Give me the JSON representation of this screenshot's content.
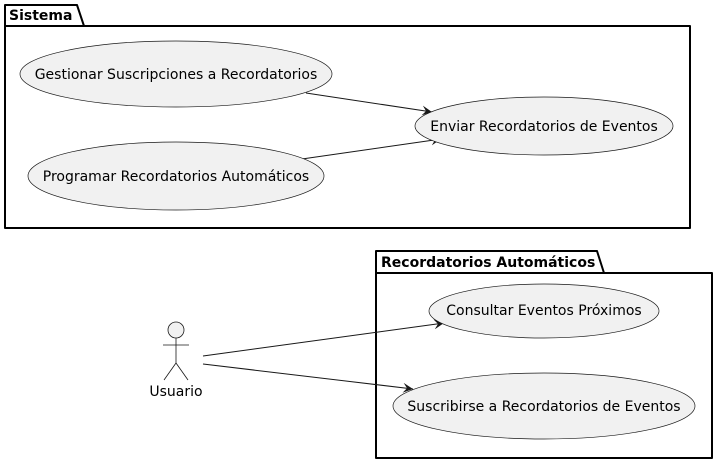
{
  "diagram": {
    "packages": {
      "sistema": {
        "name": "Sistema"
      },
      "recordatorios": {
        "name": "Recordatorios Automáticos"
      }
    },
    "use_cases": {
      "gestionar": "Gestionar Suscripciones a Recordatorios",
      "programar": "Programar Recordatorios Automáticos",
      "enviar": "Enviar Recordatorios de Eventos",
      "consultar": "Consultar Eventos Próximos",
      "suscribirse": "Suscribirse a Recordatorios de Eventos"
    },
    "actors": {
      "usuario": "Usuario"
    },
    "relations": [
      {
        "from": "Gestionar Suscripciones a Recordatorios",
        "to": "Enviar Recordatorios de Eventos"
      },
      {
        "from": "Programar Recordatorios Automáticos",
        "to": "Enviar Recordatorios de Eventos"
      },
      {
        "from": "Usuario",
        "to": "Consultar Eventos Próximos"
      },
      {
        "from": "Usuario",
        "to": "Suscribirse a Recordatorios de Eventos"
      }
    ],
    "colors": {
      "use_case_fill": "#f1f1f1",
      "line": "#181818",
      "package_border": "#000000"
    }
  }
}
